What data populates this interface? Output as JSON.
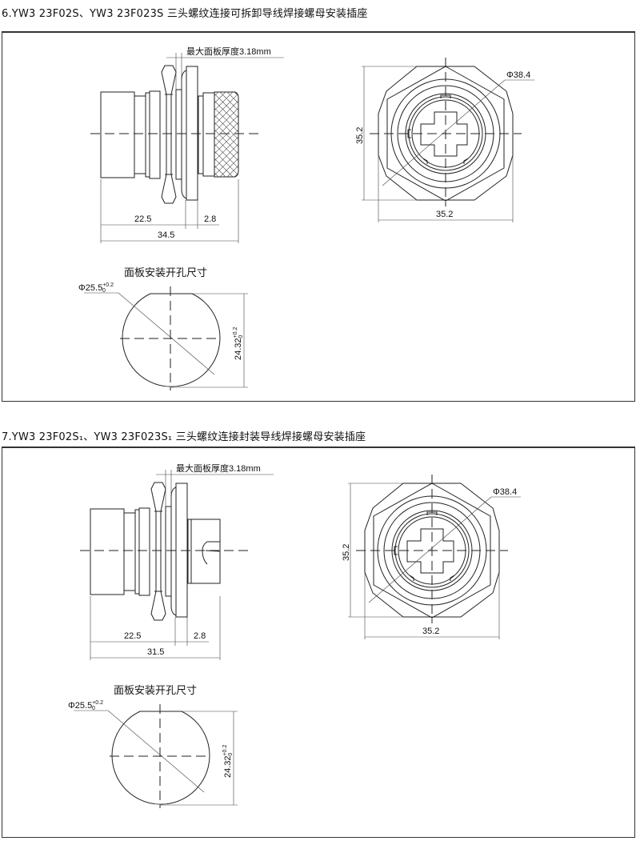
{
  "sections": [
    {
      "title": "6.YW3 23F02S、YW3 23F023S 三头螺纹连接可拆卸导线焊接螺母安装插座",
      "panel_thickness_label": "最大面板厚度3.18mm",
      "dim_body": "22.5",
      "dim_flange": "2.8",
      "dim_total": "34.5",
      "dim_height": "35.2",
      "dim_width": "35.2",
      "dim_diameter": "Φ38.4",
      "cutout_title": "面板安装开孔尺寸",
      "cutout_diameter": "Φ25.5",
      "cutout_flat": "24.32",
      "tol_upper": "+0.2",
      "tol_lower": "0"
    },
    {
      "title": "7.YW3 23F02S₁、YW3 23F023S₁ 三头螺纹连接封装导线焊接螺母安装插座",
      "panel_thickness_label": "最大面板厚度3.18mm",
      "dim_body": "22.5",
      "dim_flange": "2.8",
      "dim_total": "31.5",
      "dim_height": "35.2",
      "dim_width": "35.2",
      "dim_diameter": "Φ38.4",
      "cutout_title": "面板安装开孔尺寸",
      "cutout_diameter": "Φ25.5",
      "cutout_flat": "24.32",
      "tol_upper": "+0.2",
      "tol_lower": "0"
    }
  ]
}
